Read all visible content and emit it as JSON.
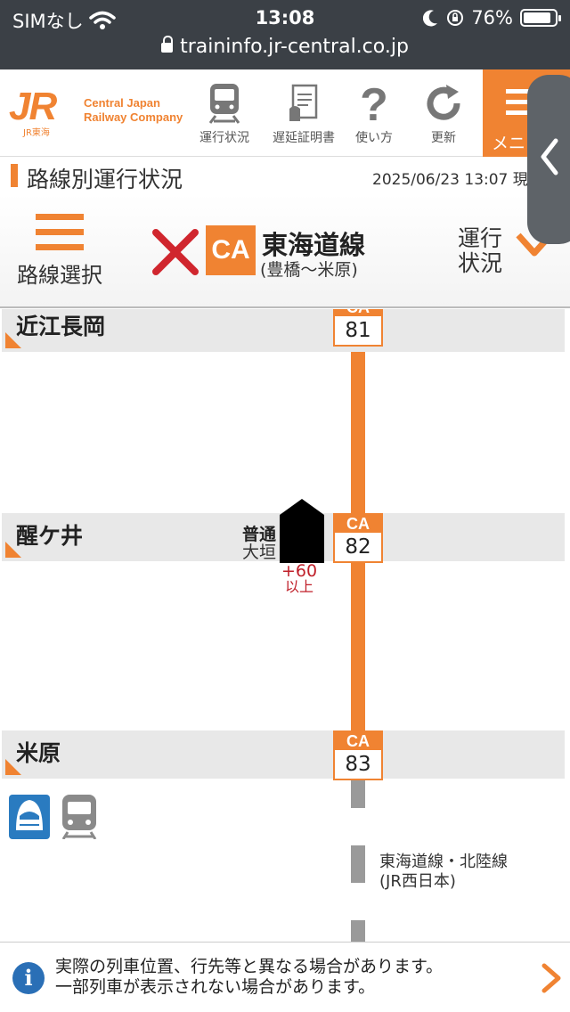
{
  "status_bar": {
    "carrier": "SIMなし",
    "time": "13:08",
    "battery": "76%",
    "url": "traininfo.jr-central.co.jp"
  },
  "header": {
    "logo_sub": "JR東海",
    "company_line1": "Central Japan",
    "company_line2": "Railway Company",
    "nav": [
      {
        "label": "運行状況",
        "icon": "train-front-icon"
      },
      {
        "label": "遅延証明書",
        "icon": "certificate-icon"
      },
      {
        "label": "使い方",
        "icon": "question-icon"
      },
      {
        "label": "更新",
        "icon": "refresh-icon"
      }
    ],
    "menu_label": "メニュー"
  },
  "title": {
    "text": "路線別運行状況",
    "datetime": "2025/06/23 13:07 現在"
  },
  "line_bar": {
    "select_label": "路線選択",
    "line_code": "CA",
    "line_name": "東海道線",
    "line_range": "(豊橋〜米原)",
    "status_label_1": "運行",
    "status_label_2": "状況"
  },
  "stations": [
    {
      "name": "近江長岡",
      "code": "CA",
      "number": "81"
    },
    {
      "name": "醒ケ井",
      "code": "CA",
      "number": "82"
    },
    {
      "name": "米原",
      "code": "CA",
      "number": "83"
    }
  ],
  "train": {
    "type": "普通",
    "destination": "大垣",
    "delay": "+60",
    "delay_sub": "以上"
  },
  "connection": {
    "line1": "東海道線・北陸線",
    "line2": "(JR西日本)"
  },
  "notice": {
    "line1": "実際の列車位置、行先等と異なる場合があります。",
    "line2": "一部列車が表示されない場合があります。"
  },
  "colors": {
    "accent": "#f08332",
    "delay": "#c0202a",
    "info": "#2a6fb6"
  }
}
